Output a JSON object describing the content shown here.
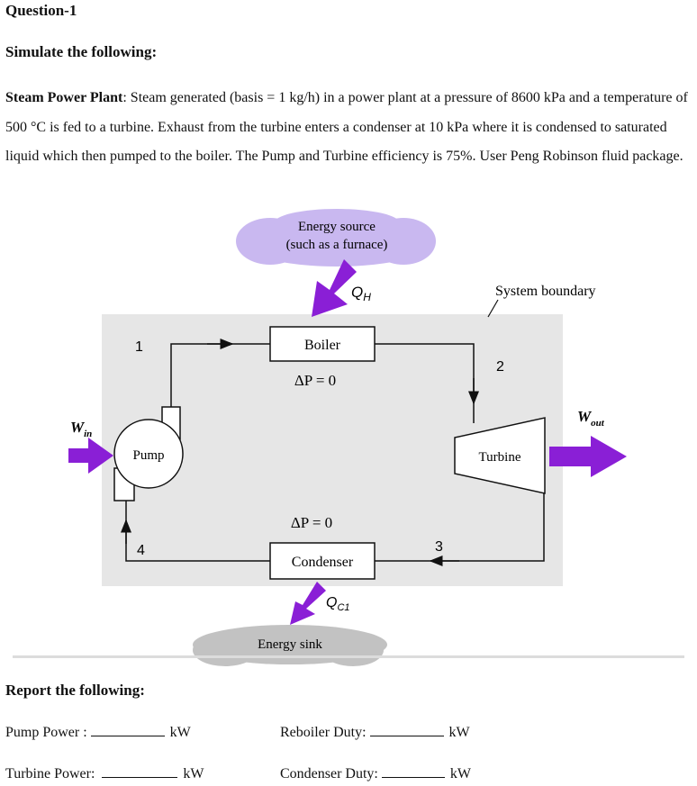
{
  "question_title": "Question-1",
  "simulate_heading": "Simulate the following:",
  "problem": {
    "label": "Steam Power Plant",
    "text": ": Steam generated (basis = 1 kg/h) in a power plant at a pressure of 8600 kPa and a temperature of 500 °C is fed to a turbine. Exhaust from the turbine enters a condenser at 10 kPa where it is condensed to saturated liquid which then pumped to the boiler. The Pump and Turbine efficiency is 75%. User Peng Robinson fluid package."
  },
  "diagram": {
    "energy_source_line1": "Energy source",
    "energy_source_line2": "(such as a furnace)",
    "qh": "Q",
    "qh_sub": "H",
    "system_boundary": "System boundary",
    "boiler": "Boiler",
    "boiler_dp": "ΔP = 0",
    "condenser": "Condenser",
    "condenser_dp": "ΔP = 0",
    "pump": "Pump",
    "turbine": "Turbine",
    "w_in": "W",
    "w_in_sub": "in",
    "w_out": "W",
    "w_out_sub": "out",
    "qc": "Q",
    "qc_sub": "C1",
    "energy_sink": "Energy sink",
    "state_1": "1",
    "state_2": "2",
    "state_3": "3",
    "state_4": "4"
  },
  "report_heading": "Report the following:",
  "report": {
    "pump_power_label": "Pump Power :",
    "turbine_power_label": "Turbine Power:",
    "reboiler_duty_label": "Reboiler Duty:",
    "condenser_duty_label": "Condenser Duty:",
    "unit": "kW"
  },
  "colors": {
    "arrow_purple": "#8a1fd6",
    "system_gray": "#e6e6e6",
    "cloud_source": "#c9b8f0",
    "cloud_sink": "#c2c2c2"
  }
}
